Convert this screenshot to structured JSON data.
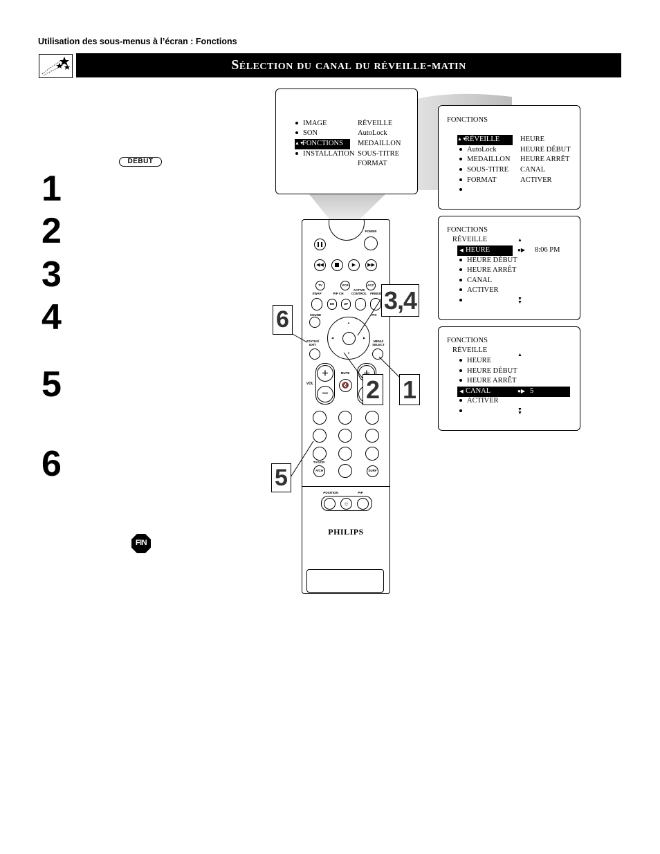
{
  "header": {
    "section_label": "Utilisation des sous-menus à l’écran : Fonctions",
    "title": "Sélection du canal du réveille-matin"
  },
  "badges": {
    "debut": "DEBUT",
    "fin": "FIN"
  },
  "steps": [
    "1",
    "2",
    "3",
    "4",
    "5",
    "6"
  ],
  "callouts": {
    "c34": "3,4",
    "c6": "6",
    "c2": "2",
    "c1": "1",
    "c5": "5"
  },
  "tv_menu": {
    "left_items": [
      "IMAGE",
      "SON",
      "FONCTIONS",
      "INSTALLATION"
    ],
    "right_items": [
      "RÉVEILLE",
      "AutoLock",
      "MEDAILLON",
      "SOUS-TITRE",
      "FORMAT"
    ]
  },
  "panel1": {
    "title": "FONCTIONS",
    "left_items": [
      "RÉVEILLE",
      "AutoLock",
      "MEDAILLON",
      "SOUS-TITRE",
      "FORMAT",
      ""
    ],
    "right_items": [
      "HEURE",
      "HEURE  DÉBUT",
      "HEURE  ARRÊT",
      "CANAL",
      "ACTIVER"
    ]
  },
  "panel2": {
    "title": "FONCTIONS",
    "subtitle": "RÉVEILLE",
    "items": [
      "HEURE",
      "HEURE  DÉBUT",
      "HEURE  ARRÊT",
      "CANAL",
      "ACTIVER",
      ""
    ],
    "value": "8:06  PM"
  },
  "panel3": {
    "title": "FONCTIONS",
    "subtitle": "RÉVEILLE",
    "items": [
      "HEURE",
      "HEURE  DÉBUT",
      "HEURE  ARRÊT",
      "CANAL",
      "ACTIVER",
      ""
    ],
    "value": "5"
  },
  "remote": {
    "brand": "PHILIPS",
    "power": "POWER",
    "tv": "TV",
    "vcr": "VCR",
    "acc": "ACC",
    "swap": "SWAP",
    "pip_ch": "PIP CH",
    "dn": "DN",
    "up": "UP",
    "active_control": "ACTIVE CONTROL",
    "freeze": "FREEZE",
    "sound": "SOUND",
    "pic": "PIC",
    "status_exit": "STATUS/ EXIT",
    "menu_select": "MENU/ SELECT",
    "mute": "MUTE",
    "vol": "VOL",
    "tvcr": "TV/VCR",
    "avch": "A/CH",
    "surf": "SURF",
    "position": "POSITION",
    "pip": "PIP"
  }
}
